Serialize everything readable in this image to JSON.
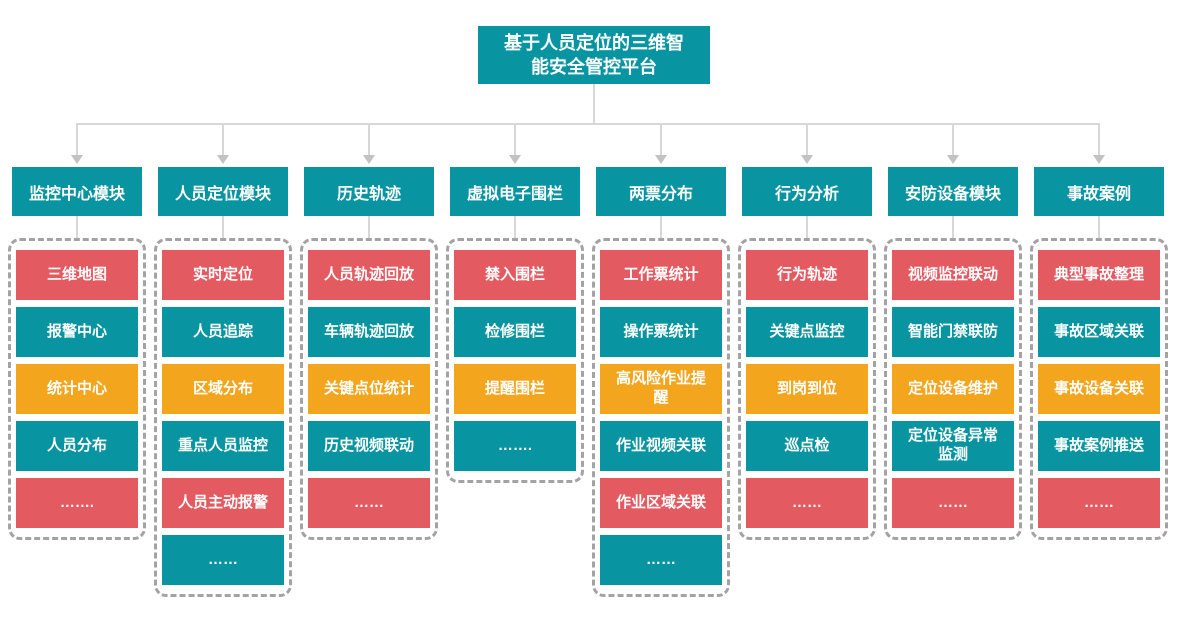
{
  "title": "基于人员定位的三维智能安全管控平台",
  "colors": {
    "teal": "#0894A0",
    "red": "#E45A61",
    "orange": "#F2A51D",
    "connector_line": "#D7D7D7",
    "arrow": "#C2C2C2",
    "dashed_border": "#A3A3A3",
    "text": "#FFFFFF",
    "background": "#FFFFFF"
  },
  "icons": {
    "arrow_down": "▼"
  },
  "columns": [
    {
      "header": "监控中心模块",
      "items": [
        {
          "label": "三维地图",
          "color": "red"
        },
        {
          "label": "报警中心",
          "color": "teal"
        },
        {
          "label": "统计中心",
          "color": "orange"
        },
        {
          "label": "人员分布",
          "color": "teal"
        },
        {
          "label": "…….",
          "color": "red"
        }
      ]
    },
    {
      "header": "人员定位模块",
      "items": [
        {
          "label": "实时定位",
          "color": "red"
        },
        {
          "label": "人员追踪",
          "color": "teal"
        },
        {
          "label": "区域分布",
          "color": "orange"
        },
        {
          "label": "重点人员监控",
          "color": "teal"
        },
        {
          "label": "人员主动报警",
          "color": "red"
        },
        {
          "label": "……",
          "color": "teal"
        }
      ]
    },
    {
      "header": "历史轨迹",
      "items": [
        {
          "label": "人员轨迹回放",
          "color": "red"
        },
        {
          "label": "车辆轨迹回放",
          "color": "teal"
        },
        {
          "label": "关键点位统计",
          "color": "orange"
        },
        {
          "label": "历史视频联动",
          "color": "teal"
        },
        {
          "label": "……",
          "color": "red"
        }
      ]
    },
    {
      "header": "虚拟电子围栏",
      "items": [
        {
          "label": "禁入围栏",
          "color": "red"
        },
        {
          "label": "检修围栏",
          "color": "teal"
        },
        {
          "label": "提醒围栏",
          "color": "orange"
        },
        {
          "label": "…….",
          "color": "teal"
        }
      ]
    },
    {
      "header": "两票分布",
      "items": [
        {
          "label": "工作票统计",
          "color": "red"
        },
        {
          "label": "操作票统计",
          "color": "teal"
        },
        {
          "label": "高风险作业提醒",
          "color": "orange"
        },
        {
          "label": "作业视频关联",
          "color": "teal"
        },
        {
          "label": "作业区域关联",
          "color": "red"
        },
        {
          "label": "……",
          "color": "teal"
        }
      ]
    },
    {
      "header": "行为分析",
      "items": [
        {
          "label": "行为轨迹",
          "color": "red"
        },
        {
          "label": "关键点监控",
          "color": "teal"
        },
        {
          "label": "到岗到位",
          "color": "orange"
        },
        {
          "label": "巡点检",
          "color": "teal"
        },
        {
          "label": "……",
          "color": "red"
        }
      ]
    },
    {
      "header": "安防设备模块",
      "items": [
        {
          "label": "视频监控联动",
          "color": "red"
        },
        {
          "label": "智能门禁联防",
          "color": "teal"
        },
        {
          "label": "定位设备维护",
          "color": "orange"
        },
        {
          "label": "定位设备异常监测",
          "color": "teal"
        },
        {
          "label": "……",
          "color": "red"
        }
      ]
    },
    {
      "header": "事故案例",
      "items": [
        {
          "label": "典型事故整理",
          "color": "red"
        },
        {
          "label": "事故区域关联",
          "color": "teal"
        },
        {
          "label": "事故设备关联",
          "color": "orange"
        },
        {
          "label": "事故案例推送",
          "color": "teal"
        },
        {
          "label": "……",
          "color": "red"
        }
      ]
    }
  ]
}
